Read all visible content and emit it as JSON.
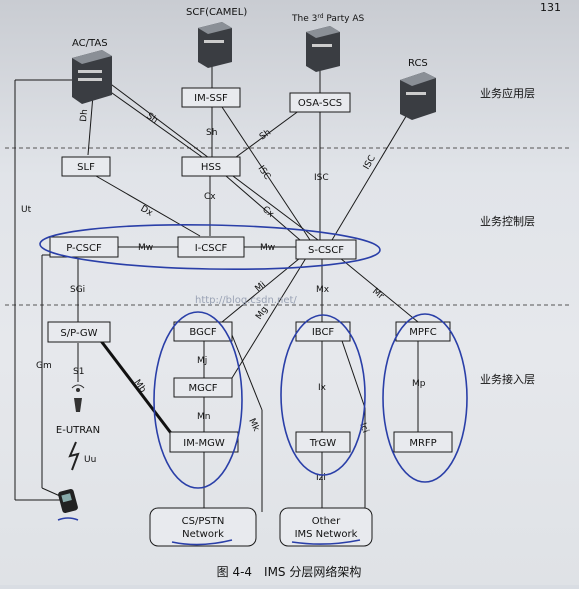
{
  "page_number": "131",
  "caption": "图 4-4　IMS 分层网络架构",
  "layers": {
    "application": "业务应用层",
    "control": "业务控制层",
    "access": "业务接入层"
  },
  "servers": {
    "ac_tas": "AC/TAS",
    "scf": "SCF(CAMEL)",
    "third_party_prefix": "The 3",
    "third_party_sup": "rd",
    "third_party_suffix": " Party AS",
    "rcs": "RCS"
  },
  "nodes": {
    "im_ssf": "IM-SSF",
    "osa_scs": "OSA-SCS",
    "slf": "SLF",
    "hss": "HSS",
    "p_cscf": "P-CSCF",
    "i_cscf": "I-CSCF",
    "s_cscf": "S-CSCF",
    "sp_gw": "S/P-GW",
    "bgcf": "BGCF",
    "mgcf": "MGCF",
    "im_mgw": "IM-MGW",
    "ibcf": "IBCF",
    "trgw": "TrGW",
    "mpfc": "MPFC",
    "mrfp": "MRFP",
    "e_utran": "E-UTRAN",
    "cs_pstn_line1": "CS/PSTN",
    "cs_pstn_line2": "Network",
    "other_ims_line1": "Other",
    "other_ims_line2": "IMS Network"
  },
  "interfaces": {
    "dh": "Dh",
    "sh_as": "Sh",
    "sh_imssf": "Sh",
    "sh_osa": "Sh",
    "isc_imssf": "ISC",
    "isc_osa": "ISC",
    "isc_rcs": "ISC",
    "dx": "Dx",
    "cx_i": "Cx",
    "cx_s": "Cx",
    "mw1": "Mw",
    "mw2": "Mw",
    "sgi": "SGi",
    "s1": "S1",
    "gm": "Gm",
    "ut": "Ut",
    "uu": "Uu",
    "mb": "Mb",
    "mi": "Mi",
    "mg": "Mg",
    "mx": "Mx",
    "mr": "Mr",
    "mj": "Mj",
    "mn": "Mn",
    "mk": "Mk",
    "ix": "Ix",
    "ici": "Ici",
    "izi": "Izi",
    "mp": "Mp"
  },
  "watermark": "http://blog.csdn.net/",
  "colors": {
    "line": "#1a1a1a",
    "box_fill": "#e8eaee",
    "annotation_blue": "#2a3fa8",
    "divider": "#555555"
  }
}
